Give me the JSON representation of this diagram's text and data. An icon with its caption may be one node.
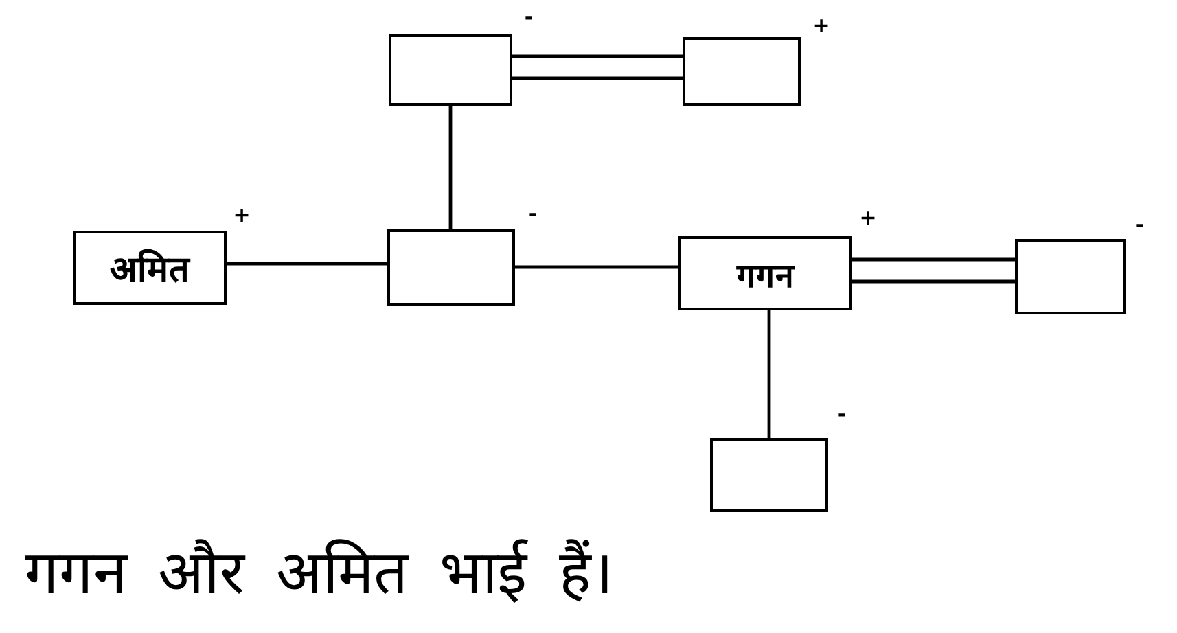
{
  "diagram": {
    "caption": "गगन और अमित भाई हैं।",
    "nodes": [
      {
        "text": [],
        "shape": "box",
        "beside": [
          "-"
        ]
      },
      {
        "text": [],
        "shape": "box",
        "beside": [
          "+"
        ]
      },
      {
        "text": [
          "अमित"
        ],
        "beside": [
          "+"
        ]
      },
      {
        "text": [],
        "shape": "box",
        "beside": [
          "-"
        ]
      },
      {
        "text": [
          "गगन"
        ],
        "beside": [
          "+"
        ]
      },
      {
        "text": [],
        "shape": "box",
        "beside": [
          "-"
        ]
      },
      {
        "text": [],
        "shape": "box",
        "beside": [
          "-"
        ]
      }
    ],
    "edges": [
      {
        "from": 0,
        "to": 1,
        "arrow": "none"
      },
      {
        "from": 0,
        "to": 1,
        "arrow": "none"
      },
      {
        "from": 0,
        "to": 3,
        "arrow": "none"
      },
      {
        "from": 2,
        "to": 3,
        "arrow": "none"
      },
      {
        "from": 3,
        "to": 4,
        "arrow": "none"
      },
      {
        "from": 4,
        "to": 5,
        "arrow": "none"
      },
      {
        "from": 4,
        "to": 5,
        "arrow": "none"
      },
      {
        "from": 4,
        "to": 6,
        "arrow": "none"
      }
    ]
  }
}
